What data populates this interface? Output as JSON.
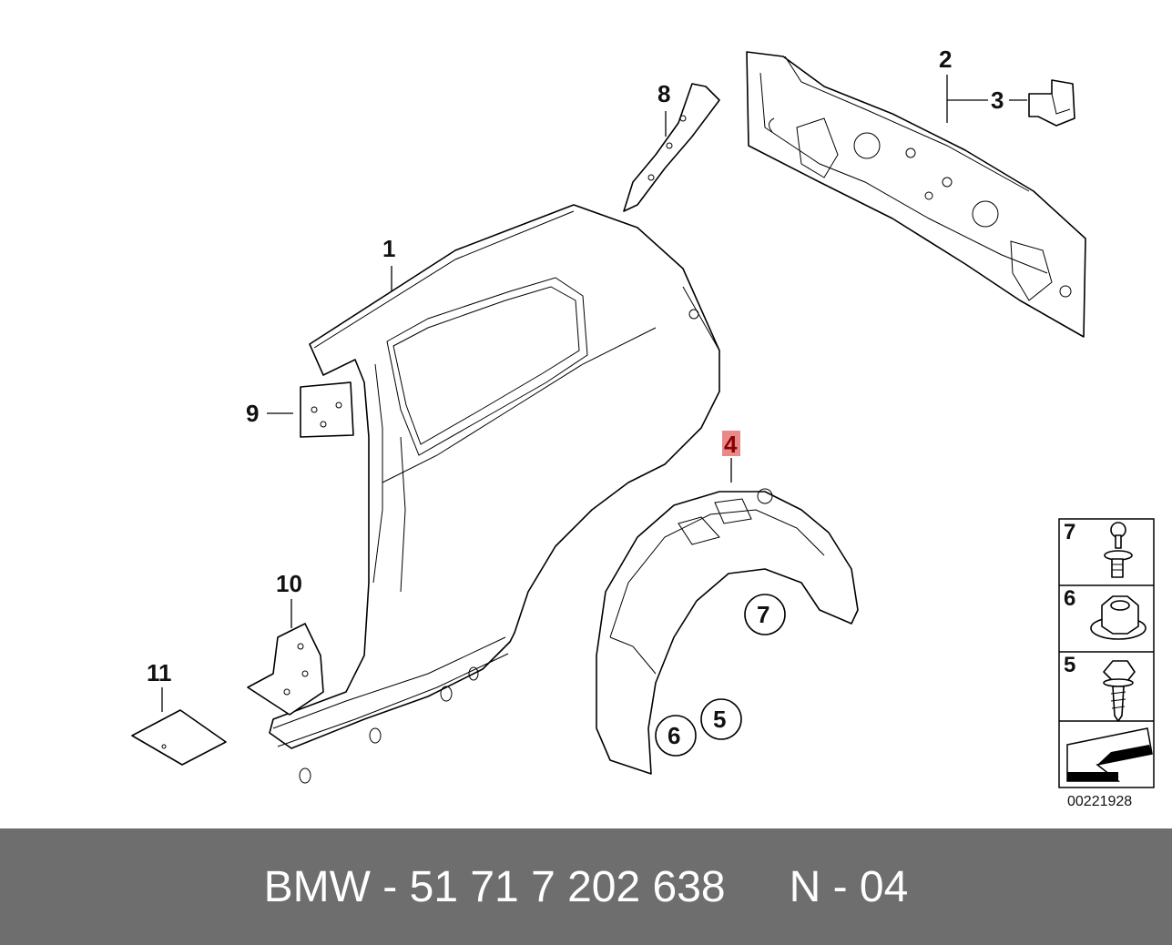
{
  "diagram": {
    "callouts": {
      "c1": "1",
      "c2": "2",
      "c3": "3",
      "c4": "4",
      "c5": "5",
      "c6": "6",
      "c7": "7",
      "c8": "8",
      "c9": "9",
      "c10": "10",
      "c11": "11"
    },
    "circled": {
      "c5": "5",
      "c6": "6",
      "c7": "7"
    },
    "legend": {
      "r7": "7",
      "r6": "6",
      "r5": "5"
    },
    "image_code": "00221928",
    "highlight_color": "#e98a8a"
  },
  "footer": {
    "part_number": "BMW - 51 71 7 202 638",
    "position": "N - 04"
  }
}
